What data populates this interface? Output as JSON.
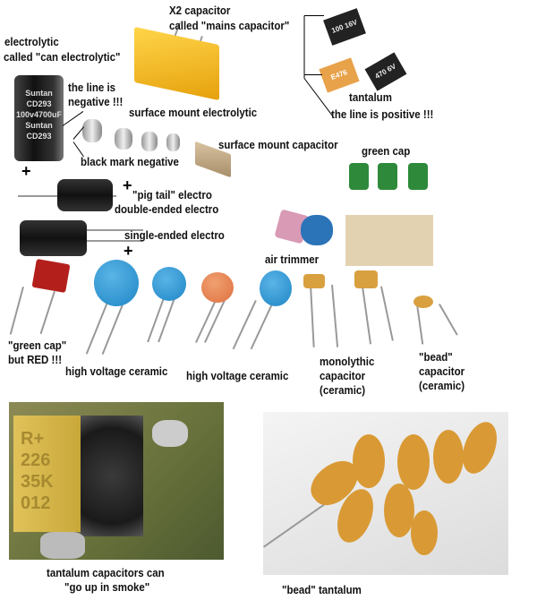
{
  "labels": {
    "x2_line1": "X2 capacitor",
    "x2_line2": "called \"mains capacitor\"",
    "electrolytic_line1": "electrolytic",
    "electrolytic_line2": "called \"can electrolytic\"",
    "negative_line1": "the line is",
    "negative_line2": "negative !!!",
    "smd_electrolytic": "surface mount electrolytic",
    "tantalum": "tantalum",
    "positive": "the line is positive !!!",
    "black_mark": "black mark negative",
    "smd_capacitor": "surface mount capacitor",
    "green_cap": "green cap",
    "plus": "+",
    "pig_tail": "\"pig tail\" electro",
    "double_ended": "double-ended electro",
    "single_ended": "single-ended electro",
    "air_trimmer": "air trimmer",
    "red_cap_line1": "\"green cap\"",
    "red_cap_line2": "but RED !!!",
    "hv_ceramic_1": "high voltage ceramic",
    "hv_ceramic_2": "high voltage ceramic",
    "mono_line1": "monolythic",
    "mono_line2": "capacitor",
    "mono_line3": "(ceramic)",
    "bead_line1": "\"bead\"",
    "bead_line2": "capacitor",
    "bead_line3": "(ceramic)",
    "smoke_line1": "tantalum capacitors can",
    "smoke_line2": "\"go up in smoke\"",
    "bead_tantalum": "\"bead\" tantalum"
  },
  "component_markings": {
    "can_brand": "Suntan",
    "can_model": "CD293",
    "can_rating": "100v4700uF",
    "tant1": "100 16V",
    "tant2": "E476",
    "tant3": "470 6V",
    "burnt": "R+ 226 35K 012"
  },
  "colors": {
    "x2": "#f2b61c",
    "electrolytic": "#1c1c1c",
    "green_cap": "#2e8a3a",
    "red_cap": "#b3201c",
    "blue_ceramic": "#2f93d0",
    "orange_ceramic": "#e8824a",
    "mono": "#d9a040",
    "tantalum_bead": "#d99a35"
  }
}
